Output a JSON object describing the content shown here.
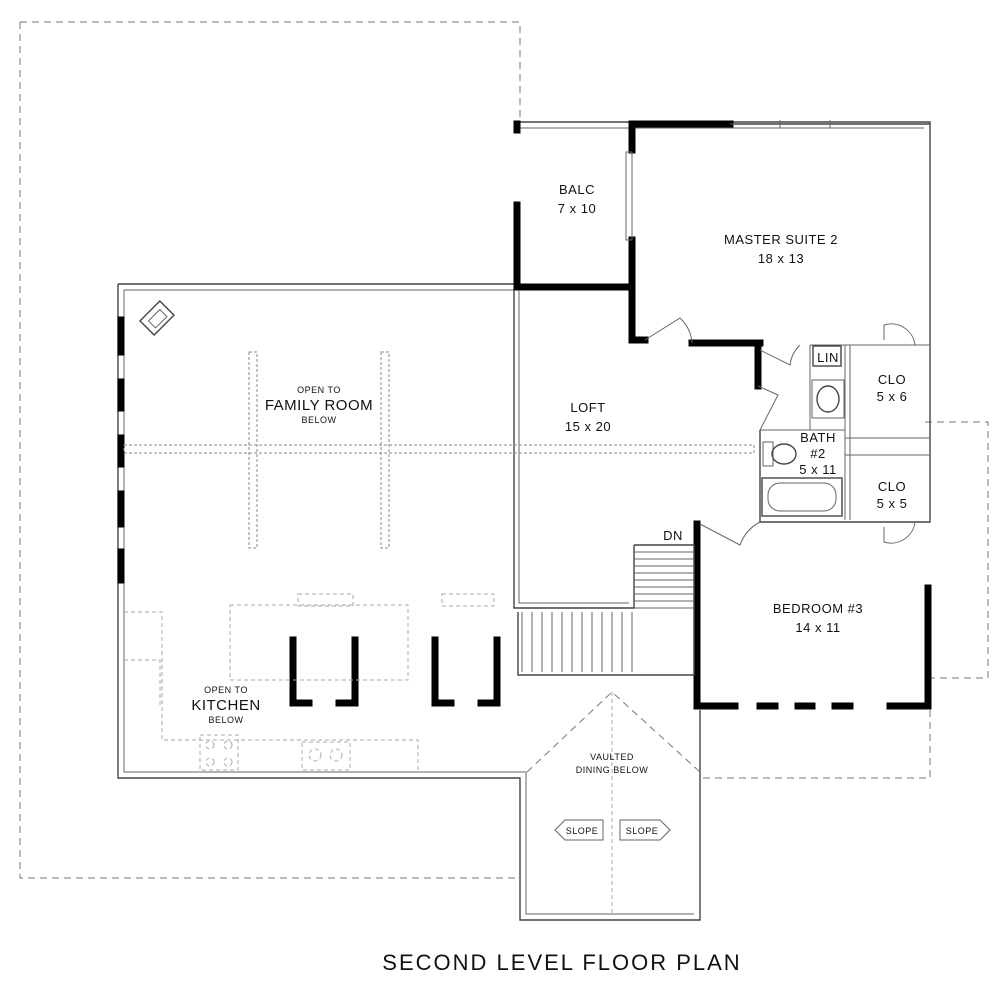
{
  "title": "SECOND LEVEL FLOOR PLAN",
  "rooms": {
    "balcony": {
      "name": "BALC",
      "size": "7 x 10"
    },
    "master_suite": {
      "name": "MASTER SUITE 2",
      "size": "18 x 13"
    },
    "loft": {
      "name": "LOFT",
      "size": "15 x 20"
    },
    "linen": {
      "name": "LIN"
    },
    "closet_1": {
      "name": "CLO",
      "size": "5 x 6"
    },
    "bath": {
      "name": "BATH",
      "number": "#2",
      "size": "5 x 11"
    },
    "closet_2": {
      "name": "CLO",
      "size": "5 x 5"
    },
    "bedroom": {
      "name": "BEDROOM #3",
      "size": "14 x 11"
    }
  },
  "family_room": {
    "top": "OPEN TO",
    "name": "FAMILY ROOM",
    "bottom": "BELOW"
  },
  "kitchen": {
    "top": "OPEN TO",
    "name": "KITCHEN",
    "bottom": "BELOW"
  },
  "dining": {
    "line1": "VAULTED",
    "line2": "DINING BELOW",
    "slope_left": "SLOPE",
    "slope_right": "SLOPE"
  },
  "stair": {
    "label": "DN"
  }
}
